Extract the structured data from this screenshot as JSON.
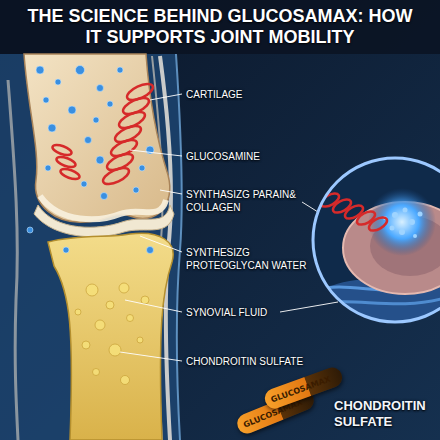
{
  "diagram": {
    "title": "THE SCIENCE BEHIND GLUCOSAMAX: HOW IT SUPPORTS JOINT MOBILITY",
    "nodes": [
      {
        "text": [
          "GLUCOSAMAX"
        ]
      },
      {
        "text": [
          "GLUCOSAMAX"
        ]
      }
    ],
    "labels": [
      "CARTILAGE",
      "GLUCOSAMINE",
      "SYNTHASIZG PARAIN& COLLAGEN",
      "SYNTHESIZG PROTEOGLYCAN WATER",
      "SYNOVIAL FLUID",
      "CHONDROITIN SULFATE",
      "CHONDROITIN SULFATE"
    ]
  }
}
